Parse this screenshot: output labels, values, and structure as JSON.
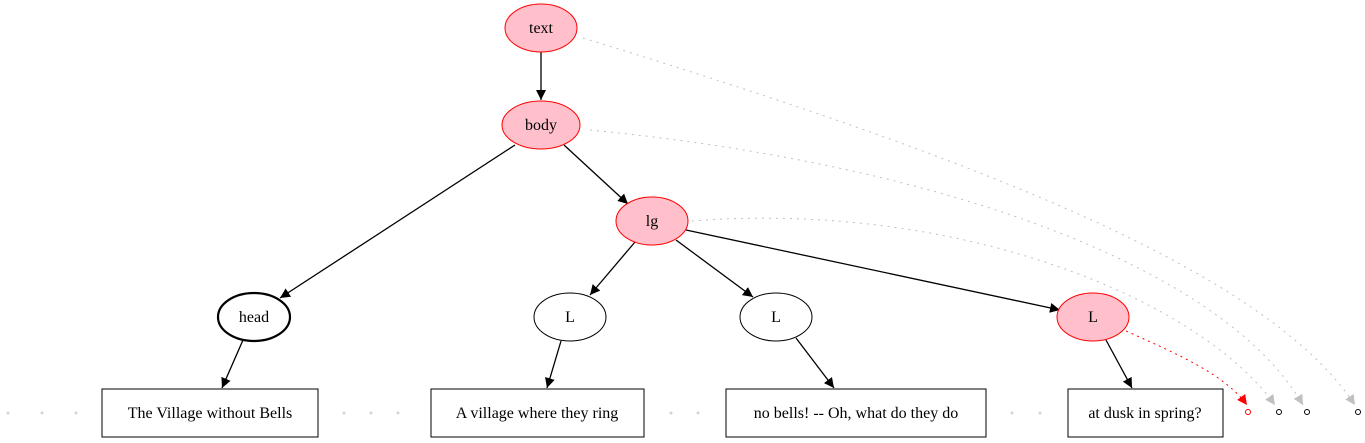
{
  "colors": {
    "highlight_fill": "#ffc0cb",
    "highlight_stroke": "#ff0000",
    "edge": "#000000",
    "dotted_edge": "#c0c0c0",
    "dot": "#d3d3d3"
  },
  "nodes": {
    "text": "text",
    "body": "body",
    "lg": "lg",
    "head": "head",
    "l1": "L",
    "l2": "L",
    "l3": "L"
  },
  "leaves": {
    "head_text": "The Village without Bells",
    "l1_text": "A village where they ring",
    "l2_text": "no bells! -- Oh, what do they do",
    "l3_text": "at dusk in spring?"
  }
}
